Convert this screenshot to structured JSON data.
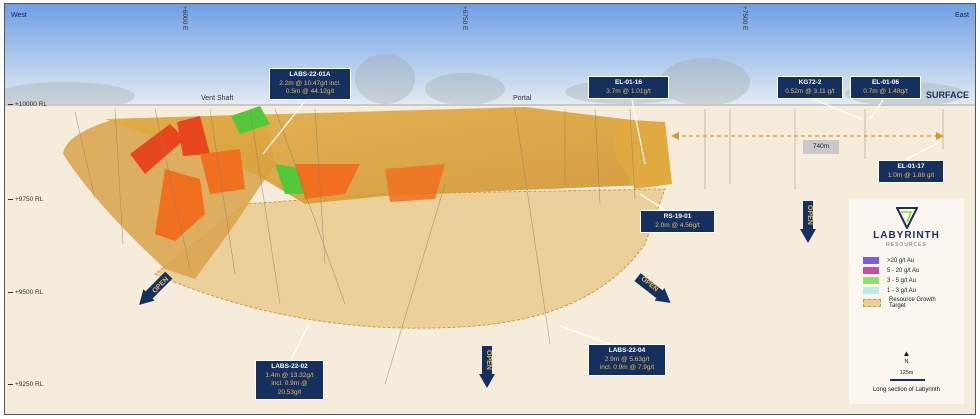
{
  "orientation": {
    "west": "West",
    "east": "East"
  },
  "eastings": [
    "+6000 E",
    "+6750 E",
    "+7500 E"
  ],
  "elevations": [
    "+10000 RL",
    "+9750 RL",
    "+9500 RL",
    "+9250 RL"
  ],
  "places": {
    "vent_shaft": "Vent Shaft",
    "portal": "Portal",
    "surface": "SURFACE"
  },
  "distance": "740m",
  "open_label": "OPEN",
  "callouts": [
    {
      "id": "LABS-22-01A",
      "lines": [
        "2.2m @ 10.47g/t incl.",
        "0.5m @ 44.12g/t"
      ]
    },
    {
      "id": "EL-01-16",
      "lines": [
        "3.7m @ 1.01g/t"
      ]
    },
    {
      "id": "KG72-2",
      "lines": [
        "0.52m @ 3.11 g/t"
      ]
    },
    {
      "id": "EL-01-06",
      "lines": [
        "0.7m @ 1.48g/t"
      ]
    },
    {
      "id": "EL-01-17",
      "lines": [
        "1.0m @ 1.88 g/t"
      ]
    },
    {
      "id": "RS-19-01",
      "lines": [
        "2.0m @ 4.56g/t"
      ]
    },
    {
      "id": "LABS-22-02",
      "lines": [
        "1.4m @ 13.32g/t",
        "incl. 0.9m @",
        "20.53g/t"
      ]
    },
    {
      "id": "LABS-22-04",
      "lines": [
        "2.9m @ 5.63g/t",
        "incl. 0.9m @ 7.9g/t"
      ]
    }
  ],
  "legend": {
    "logo_name": "LABYRINTH",
    "logo_sub": "RESOURCES",
    "items": [
      {
        "label": ">20 g/t Au",
        "color": "#7b5fd6"
      },
      {
        "label": "5 - 20 g/t Au",
        "color": "#c6509a"
      },
      {
        "label": "3 - 5 g/t Au",
        "color": "#8fe06a"
      },
      {
        "label": "1 - 3 g/t Au",
        "color": "#b9ecea"
      },
      {
        "label": "Resource Growth Target",
        "color": "#eccf94"
      }
    ],
    "north": "N",
    "scale": "125m",
    "caption": "Long section of Labyrinth"
  }
}
